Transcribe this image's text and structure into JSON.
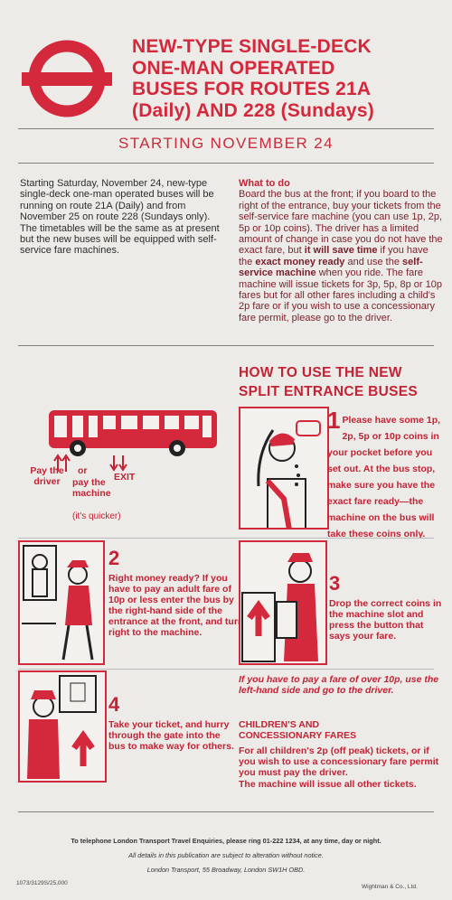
{
  "header": {
    "title_lines": [
      "NEW-TYPE SINGLE-DECK",
      "ONE-MAN OPERATED",
      "BUSES FOR ROUTES 21A",
      "(Daily) AND 228 (Sundays)"
    ],
    "subtitle": "STARTING NOVEMBER 24"
  },
  "intro": {
    "text": "Starting Saturday, November 24, new-type single-deck one-man operated buses will be running on route 21A (Daily) and from November 25 on route 228 (Sundays only). The timetables will be the same as at present but the new buses will be equipped with self-service fare machines."
  },
  "what_to_do": {
    "heading": "What to do",
    "part1": "Board the bus at the front; if you board to the right of the entrance, buy your tickets from the self-service fare machine (you can use 1p, 2p, 5p or 10p coins). The driver has a limited amount of change in case you do not have the exact fare, but",
    "bold1": "it will save time",
    "part2": "if you have the",
    "bold2": "exact money ready",
    "part3": "and use the",
    "bold3": "self-service machine",
    "part4": "when you ride. The fare machine will issue tickets for 3p, 5p, 8p or 10p fares but for all other fares including a child's 2p fare or if you wish to use a concessionary fare permit, please go to the driver."
  },
  "howto": {
    "line1": "HOW TO USE THE NEW",
    "line2": "SPLIT ENTRANCE BUSES"
  },
  "diagram": {
    "pay_driver": "Pay the driver",
    "or": "or",
    "pay_machine": "pay the machine",
    "quicker": "(it's quicker)",
    "exit": "EXIT"
  },
  "steps": [
    {
      "num": "1",
      "text": "Please have some 1p, 2p, 5p or 10p coins in your pocket before you set out. At the bus stop, make sure you have the exact fare ready—the machine on the bus will take these coins only."
    },
    {
      "num": "2",
      "text": "Right money ready? If you have to pay an adult fare of 10p or less enter the bus by the right-hand side of the entrance at the front, and turn right to the machine."
    },
    {
      "num": "3",
      "text": "Drop the correct coins in the machine slot and press the button that says your fare."
    },
    {
      "num": "4",
      "text": "Take your ticket, and hurry through the gate into the bus to make way for others."
    }
  ],
  "over10": "If you have to pay a fare of over 10p, use the left-hand side and go to the driver.",
  "children": {
    "heading_line1": "CHILDREN'S AND",
    "heading_line2": "CONCESSIONARY FARES",
    "text": "For all children's 2p (off peak) tickets, or if you wish to use a concessionary fare permit you must pay the driver.",
    "text2": "The machine will issue all other tickets."
  },
  "footer": {
    "telephone": "To telephone London Transport Travel Enquiries, please ring 01-222 1234, at any time, day or night.",
    "alteration": "All details in this publication are subject to alteration without notice.",
    "address": "London Transport, 55 Broadway, London SW1H OBD.",
    "code": "1073/3129S/25,000",
    "printer": "Wightman & Co., Ltd."
  },
  "colors": {
    "accent": "#d4283c",
    "paper": "#ecebe7"
  }
}
